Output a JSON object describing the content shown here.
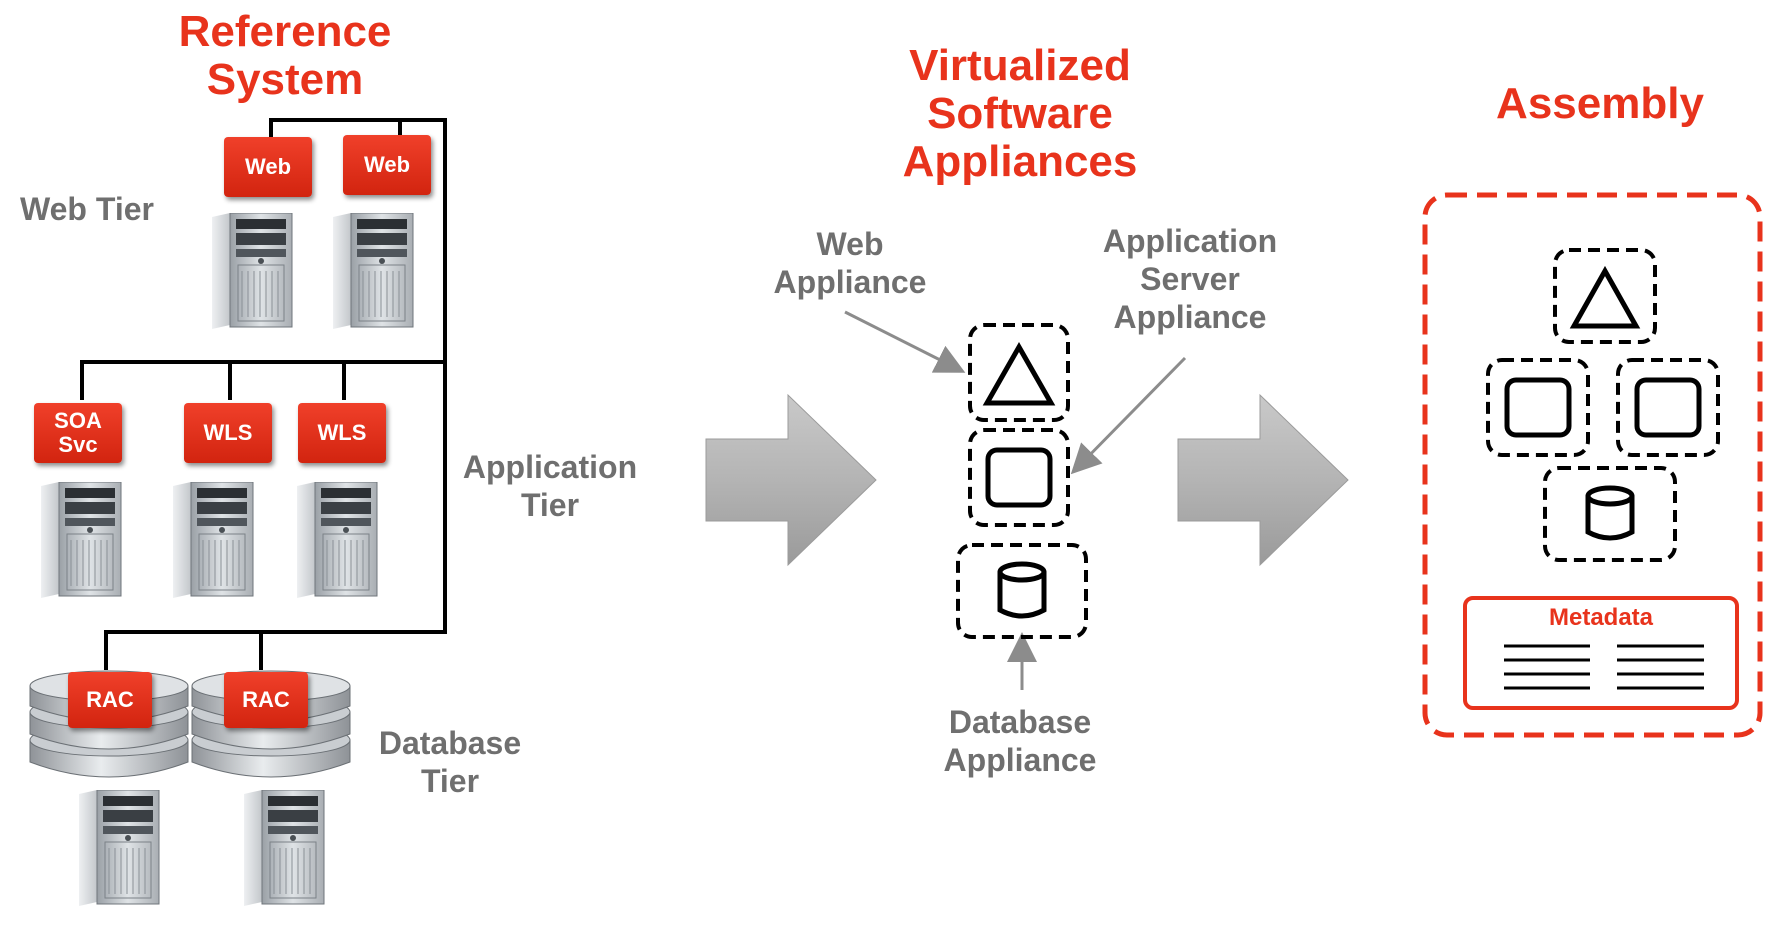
{
  "headings": {
    "reference_system": "Reference\nSystem",
    "virtualized": "Virtualized\nSoftware\nAppliances",
    "assembly": "Assembly"
  },
  "tiers": {
    "web": "Web Tier",
    "application": "Application\nTier",
    "database": "Database\nTier"
  },
  "components": {
    "web1": "Web",
    "web2": "Web",
    "soa": "SOA\nSvc",
    "wls1": "WLS",
    "wls2": "WLS",
    "rac1": "RAC",
    "rac2": "RAC"
  },
  "appliances": {
    "web": "Web\nAppliance",
    "app_server": "Application\nServer\nAppliance",
    "database": "Database\nAppliance"
  },
  "assembly": {
    "metadata": "Metadata"
  },
  "colors": {
    "accent": "#e8331c",
    "label_gray": "#6f6f6f"
  }
}
